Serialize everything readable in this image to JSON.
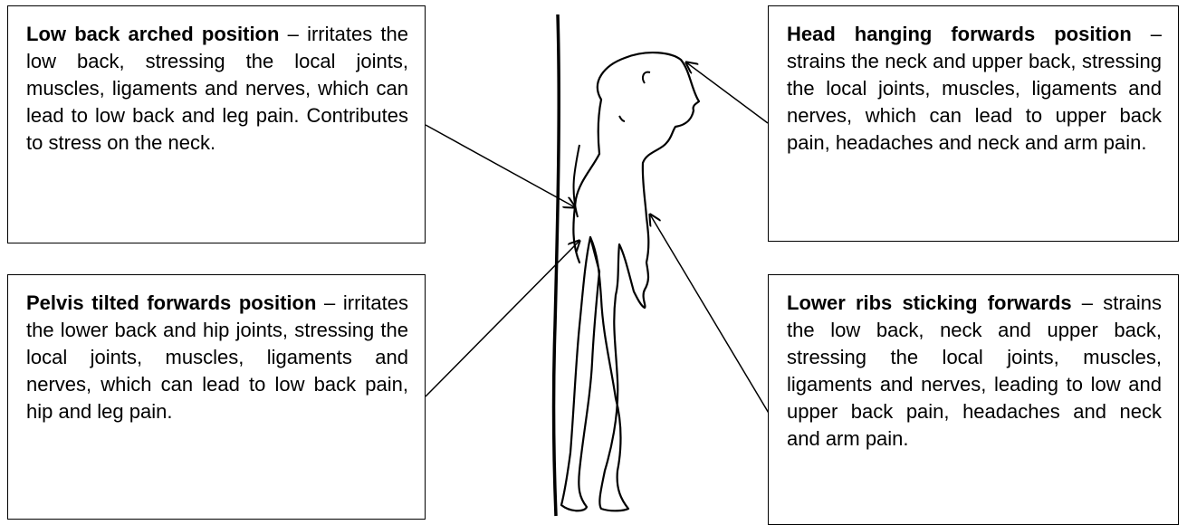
{
  "boxes": {
    "low_back": {
      "title": "Low back arched position",
      "dash": " – ",
      "body": "irritates the low back, stressing the local joints, muscles, ligaments and nerves, which can lead to low back and leg pain. Contributes to stress on the neck."
    },
    "head": {
      "title": "Head hanging forwards position",
      "dash": " – ",
      "body": "strains the neck and upper back, stressing the local joints, muscles, ligaments and nerves, which can lead to upper back pain, headaches and neck and arm pain."
    },
    "pelvis": {
      "title": "Pelvis tilted forwards position",
      "dash": " – ",
      "body": "irritates the lower back and hip joints, stressing the local joints, muscles, ligaments and nerves, which can lead to low back pain, hip and leg pain."
    },
    "ribs": {
      "title": "Lower ribs sticking forwards",
      "dash": " – ",
      "body": "strains the low back, neck and upper back, stressing the local joints, muscles, ligaments and nerves, leading to low and upper back pain, headaches and neck and arm pain."
    }
  },
  "colors": {
    "ink": "#000000",
    "background": "#ffffff"
  },
  "illustration": "standing-figure-against-wall"
}
